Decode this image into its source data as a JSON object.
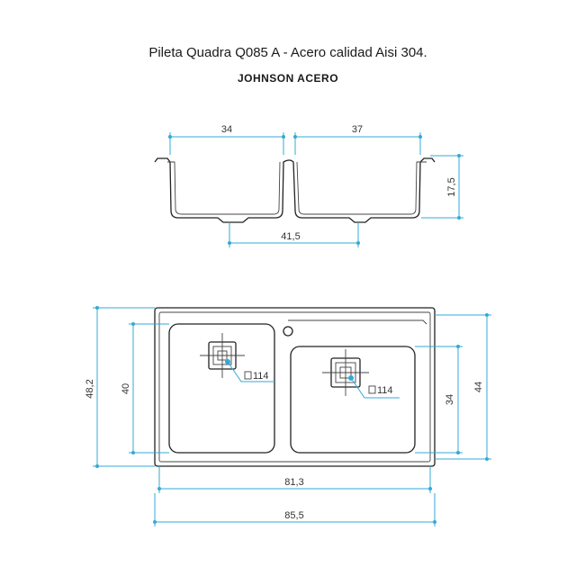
{
  "title": "Pileta Quadra Q085 A - Acero calidad Aisi 304.",
  "brand": "JOHNSON ACERO",
  "colors": {
    "dimension": "#33a9d6",
    "outline": "#222222"
  },
  "side_view": {
    "left_bowl_width": "34",
    "right_bowl_width": "37",
    "depth": "17,5",
    "drain_distance": "41,5"
  },
  "top_view": {
    "total_depth": "48,2",
    "left_bowl_depth": "40",
    "right_bowl_depth": "34",
    "right_depth": "44",
    "inner_width": "81,3",
    "total_width": "85,5",
    "drain_left_label": "114",
    "drain_right_label": "114"
  }
}
